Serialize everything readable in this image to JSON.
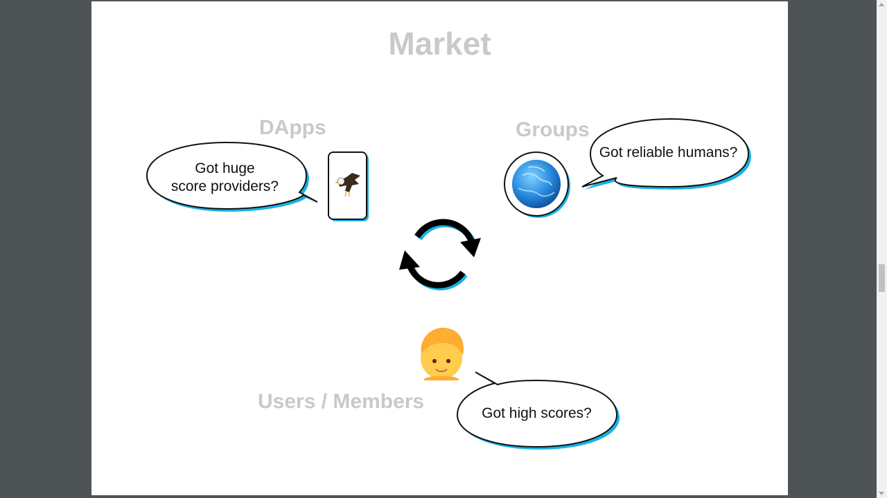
{
  "slide": {
    "title": "Market",
    "sections": {
      "dapps": "DApps",
      "groups": "Groups",
      "users": "Users / Members"
    },
    "bubbles": {
      "dapps": "Got huge\nscore providers?",
      "groups": "Got reliable humans?",
      "users": "Got high scores?"
    },
    "icons": {
      "phone": "phone-with-eagle-icon",
      "globe": "blue-globe-icon",
      "cycle": "refresh-cycle-icon",
      "person": "person-emoji-icon"
    },
    "colors": {
      "accent_shadow": "#1ab0e6",
      "label_gray": "#c9c9c9",
      "background": "#4e5456"
    }
  }
}
